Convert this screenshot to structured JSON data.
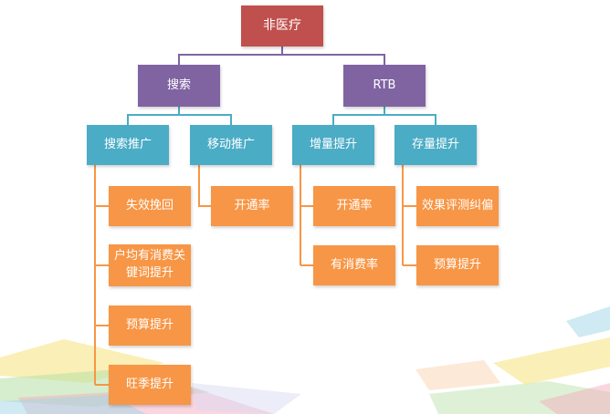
{
  "diagram": {
    "root": "非医疗",
    "branches": [
      {
        "label": "搜索",
        "children": [
          {
            "label": "搜索推广",
            "items": [
              "失效挽回",
              "户均有消费关\n键词提升",
              "预算提升",
              "旺季提升"
            ]
          },
          {
            "label": "移动推广",
            "items": [
              "开通率"
            ]
          }
        ]
      },
      {
        "label": "RTB",
        "children": [
          {
            "label": "增量提升",
            "items": [
              "开通率",
              "有消费率"
            ]
          },
          {
            "label": "存量提升",
            "items": [
              "效果评测纠偏",
              "预算提升"
            ]
          }
        ]
      }
    ]
  },
  "colors": {
    "root": "#c0504d",
    "level1": "#8064a2",
    "level2": "#4bacc6",
    "level3": "#f79646",
    "line_root": "#8064a2",
    "line_level1": "#4bacc6",
    "line_level2": "#f79646"
  }
}
